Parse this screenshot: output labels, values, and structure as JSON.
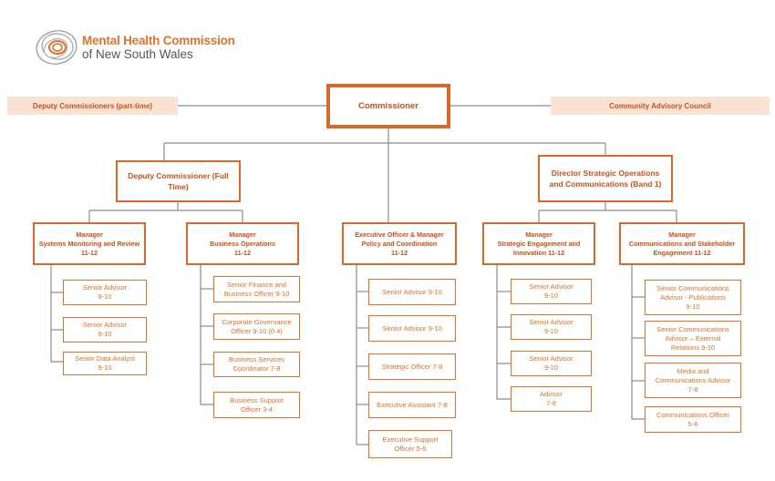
{
  "logo": {
    "line1": "Mental Health Commission",
    "line2": "of New South Wales"
  },
  "commissioner": "Commissioner",
  "deputy_part_time": "Deputy Commissioners (part-time)",
  "community_council": "Community Advisory Council",
  "deputy_full_time": "Deputy Commissioner (Full\nTime)",
  "director": "Director Strategic Operations\nand Communications (Band 1)",
  "managers": [
    {
      "label": "Manager\nSystems Monitoring and Review\n11-12",
      "staff": [
        "Senior Advisor\n9-10",
        "Senior Advisor\n9-10",
        "Senior Data Analyst\n9-10"
      ]
    },
    {
      "label": "Manager\nBusiness Operations\n11-12",
      "staff": [
        "Senior Finance and\nBusiness Officer 9-10",
        "Corporate Governance\nOfficer 9-10 (0.4)",
        "Business Services\nCoordinator 7-8",
        "Business Support\nOfficer 3-4"
      ]
    },
    {
      "label": "Executive Officer & Manager\nPolicy and Coordination\n11-12",
      "staff": [
        "Senior Advisor 9-10",
        "Senior Advisor 9-10",
        "Strategic Officer 7-8",
        "Executive Assistant 7-8",
        "Executive Support\nOfficer 5-6"
      ]
    },
    {
      "label": "Manager\nStrategic Engagement and\nInnovation 11-12",
      "staff": [
        "Senior Advisor\n9-10",
        "Senior Advisor\n9-10",
        "Senior Advisor\n9-10",
        "Advisor\n7-8"
      ]
    },
    {
      "label": "Manager\nCommunications and Stakeholder\nEngagement 11-12",
      "staff": [
        "Senior Communications\nAdvisor - Publications\n9-10",
        "Senior Communications\nAdvisor – External\nRelations 9-10",
        "Media and\nCommunications Advisor\n7-8",
        "Communications Officer\n5-6"
      ]
    }
  ],
  "colors": {
    "accent": "#e0722a",
    "band_fill": "#fbe3d3",
    "line": "#8c8c8c"
  }
}
